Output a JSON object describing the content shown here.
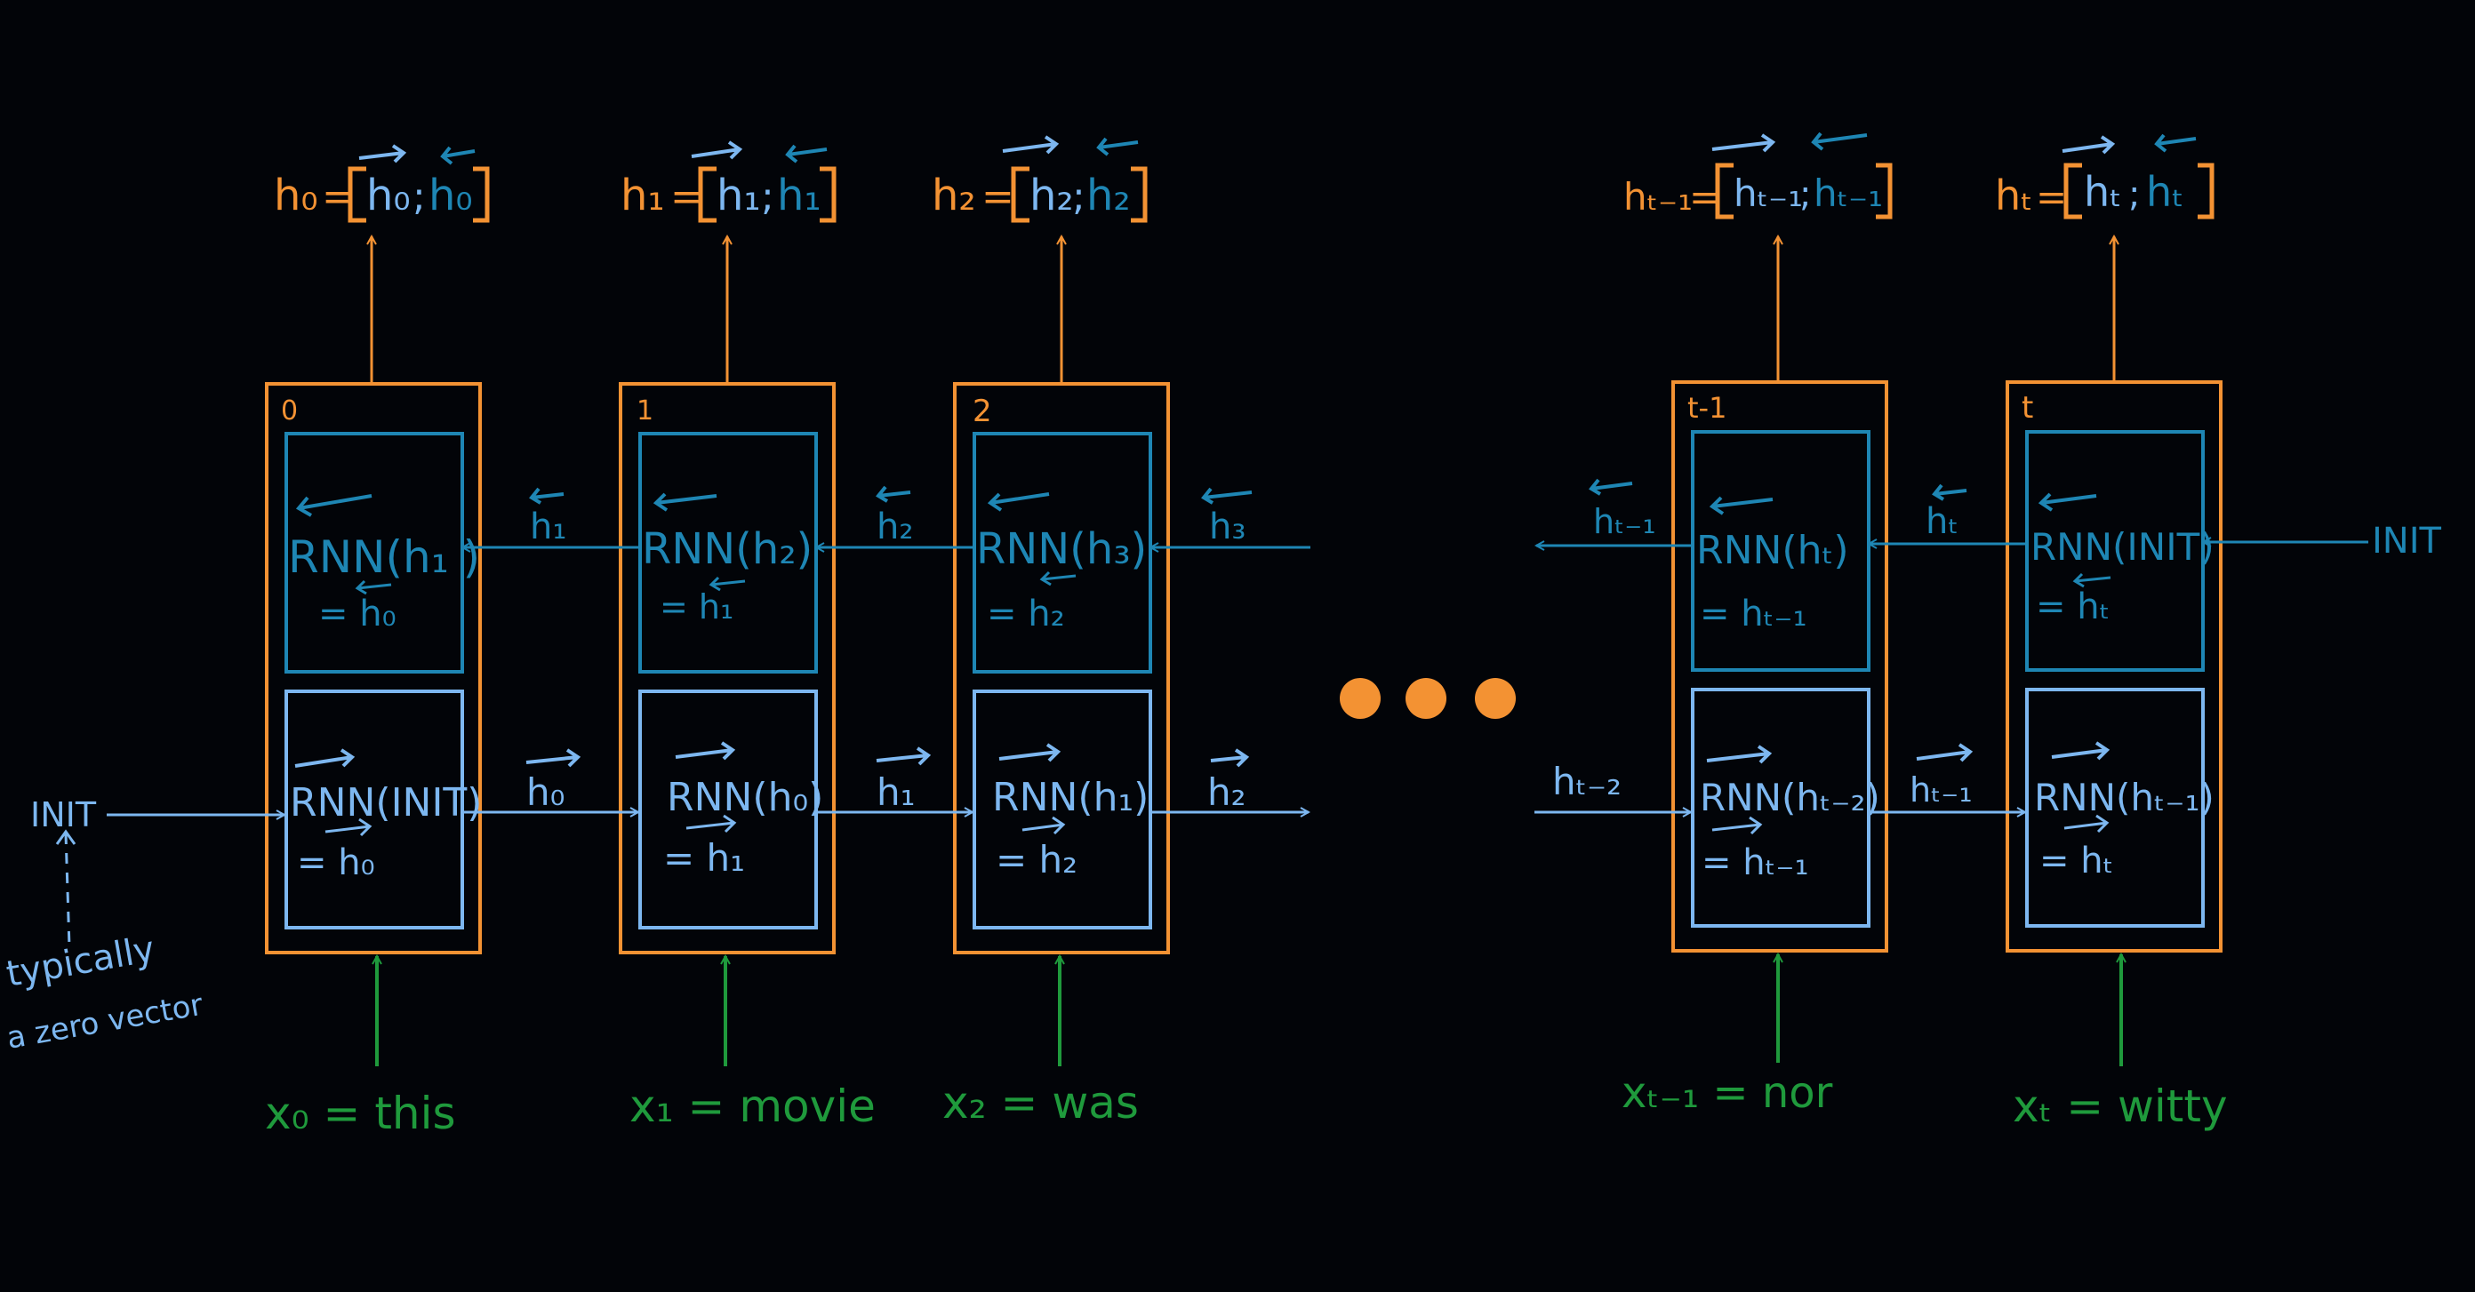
{
  "colors": {
    "background": "#020408",
    "orange": "#F39233",
    "backward_blue": "#1E86B4",
    "forward_blue": "#7DB7F0",
    "green": "#1F9A3C"
  },
  "cells": [
    {
      "index": "0",
      "h_left": "h₀",
      "h_fwd": "h₀",
      "h_bwd": "h₀",
      "bwd_expr": "RNN(h₁ )",
      "bwd_eq": "= h₀",
      "fwd_expr": "RNN(INIT)",
      "fwd_eq": "= h₀",
      "input": "x₀ = this"
    },
    {
      "index": "1",
      "h_left": "h₁",
      "h_fwd": "h₁",
      "h_bwd": "h₁",
      "bwd_expr": "RNN(h₂)",
      "bwd_eq": "= h₁",
      "fwd_expr": "RNN(h₀)",
      "fwd_eq": "= h₁",
      "input": "x₁ = movie"
    },
    {
      "index": "2",
      "h_left": "h₂",
      "h_fwd": "h₂",
      "h_bwd": "h₂",
      "bwd_expr": "RNN(h₃)",
      "bwd_eq": "= h₂",
      "fwd_expr": "RNN(h₁)",
      "fwd_eq": "= h₂",
      "input": "x₂ = was"
    },
    {
      "index": "t-1",
      "h_left": "hₜ₋₁",
      "h_fwd": "hₜ₋₁",
      "h_bwd": "hₜ₋₁",
      "bwd_expr": "RNN(hₜ)",
      "bwd_eq": "= hₜ₋₁",
      "fwd_expr": "RNN(hₜ₋₂)",
      "fwd_eq": "= hₜ₋₁",
      "input": "xₜ₋₁ = nor"
    },
    {
      "index": "t",
      "h_left": "hₜ",
      "h_fwd": "hₜ",
      "h_bwd": "hₜ",
      "bwd_expr": "RNN(INIT)",
      "bwd_eq": "= hₜ",
      "fwd_expr": "RNN(hₜ₋₁)",
      "fwd_eq": "= hₜ",
      "input": "xₜ = witty"
    }
  ],
  "forward_labels": [
    "h₀",
    "h₁",
    "h₂",
    "hₜ₋₂",
    "hₜ₋₁"
  ],
  "backward_labels": [
    "h₁",
    "h₂",
    "h₃",
    "hₜ₋₁",
    "hₜ"
  ],
  "init_left": "INIT",
  "init_right": "INIT",
  "note_line1": "typically",
  "note_line2": "a zero vector"
}
